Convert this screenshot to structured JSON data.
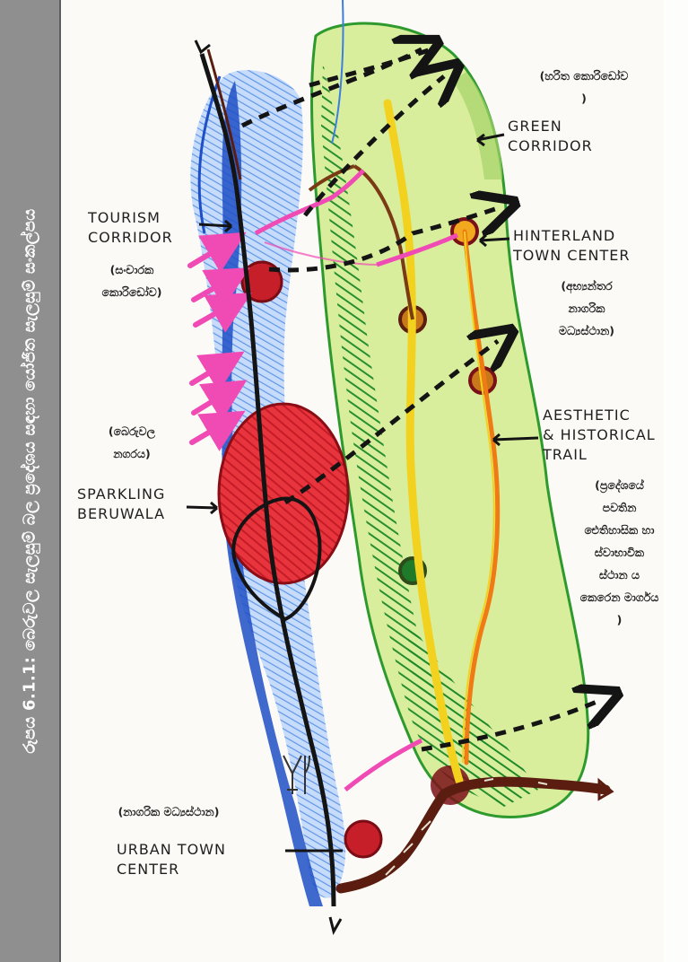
{
  "figure": {
    "caption": "රූපය 6.1.1: බෙරුවල සැලසුම් බල ප්‍රදේශය සඳහා යෝජිත සැලසුම් සංකල්පය"
  },
  "labels": {
    "green_corridor": "GREEN\nCORRIDOR",
    "green_corridor_si": "(හරිත කොරිඩෝව\n)",
    "tourism_corridor": "TOURISM\nCORRIDOR",
    "tourism_corridor_si": "(සංචාරක\nකොරිඩෝව)",
    "hinterland": "HINTERLAND\nTOWN CENTER",
    "hinterland_si": "(අභ්‍යන්තර\nනාගරික\nමධ්‍යස්ථාන)",
    "beruwala_si": "(බෙරුවල\nනගරය)",
    "sparkling": "SPARKLING\nBERUWALA",
    "aesthetic": "AESTHETIC\n& HISTORICAL\nTRAIL",
    "aesthetic_si": "(ප්‍රදේශයේ\nපවතින\nඓතිහාසික හා\nස්වාභාවික\nස්ථාන ය\nකෙරෙන මාර්ගය\n)",
    "urban_si": "(නාගරික මධ්‍යස්ථාන)",
    "urban": "URBAN TOWN\nCENTER"
  },
  "colors": {
    "sea_blue": "#1f4fc6",
    "green": "#2e9a2e",
    "light_green": "#c8e58a",
    "yellow": "#f2d21f",
    "orange": "#f07a14",
    "red": "#d4202a",
    "magenta": "#f04bb4",
    "brown": "#5a1d10",
    "black": "#141414"
  },
  "icons": [
    "cutlery-icon",
    "arrow-icon"
  ]
}
